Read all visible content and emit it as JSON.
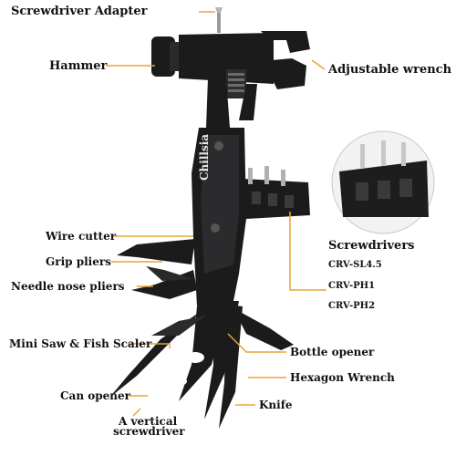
{
  "colors": {
    "tool_body": "#1b1b1c",
    "tool_highlight": "#3a3a3c",
    "leader_line": "#e8a33a",
    "label_text": "#111111",
    "background": "#ffffff"
  },
  "labels": {
    "screwdriver_adapter": "Screwdriver Adapter",
    "hammer": "Hammer",
    "adjustable_wrench": "Adjustable wrench",
    "wire_cutter": "Wire cutter",
    "grip_pliers": "Grip pliers",
    "needle_nose_pliers": "Needle nose pliers",
    "mini_saw": "Mini Saw & Fish Scaler",
    "can_opener": "Can opener",
    "vertical_screwdriver_1": "A vertical",
    "vertical_screwdriver_2": "screwdriver",
    "screwdrivers": "Screwdrivers",
    "crv_sl": "CRV-SL4.5",
    "crv_ph1": "CRV-PH1",
    "crv_ph2": "CRV-PH2",
    "bottle_opener": "Bottle opener",
    "hexagon_wrench": "Hexagon Wrench",
    "knife": "Knife",
    "brand": "Chillsia"
  }
}
